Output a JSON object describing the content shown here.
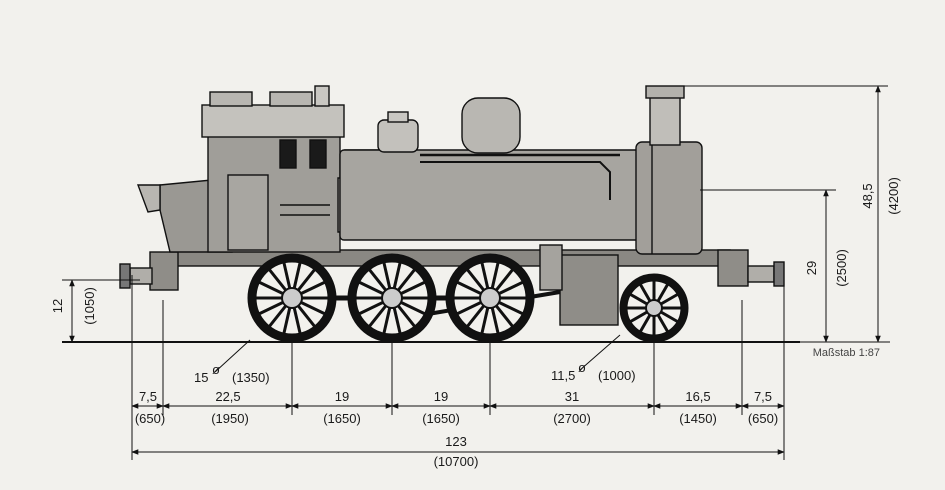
{
  "drawing": {
    "scale_label": "Maßstab 1:87",
    "dimensions": {
      "height_buffer": {
        "value": "12",
        "mm": "(1050)"
      },
      "height_boiler": {
        "value": "29",
        "mm": "(2500)"
      },
      "height_chimney": {
        "value": "48,5",
        "mm": "(4200)"
      },
      "wheel_driving": {
        "value": "15",
        "symbol": "ø",
        "mm": "(1350)"
      },
      "wheel_trailing": {
        "value": "11,5",
        "symbol": "ø",
        "mm": "(1000)"
      },
      "segments": [
        {
          "value": "7,5",
          "mm": "(650)"
        },
        {
          "value": "22,5",
          "mm": "(1950)"
        },
        {
          "value": "19",
          "mm": "(1650)"
        },
        {
          "value": "19",
          "mm": "(1650)"
        },
        {
          "value": "31",
          "mm": "(2700)"
        },
        {
          "value": "16,5",
          "mm": "(1450)"
        },
        {
          "value": "7,5",
          "mm": "(650)"
        }
      ],
      "total": {
        "value": "123",
        "mm": "(10700)"
      }
    }
  }
}
